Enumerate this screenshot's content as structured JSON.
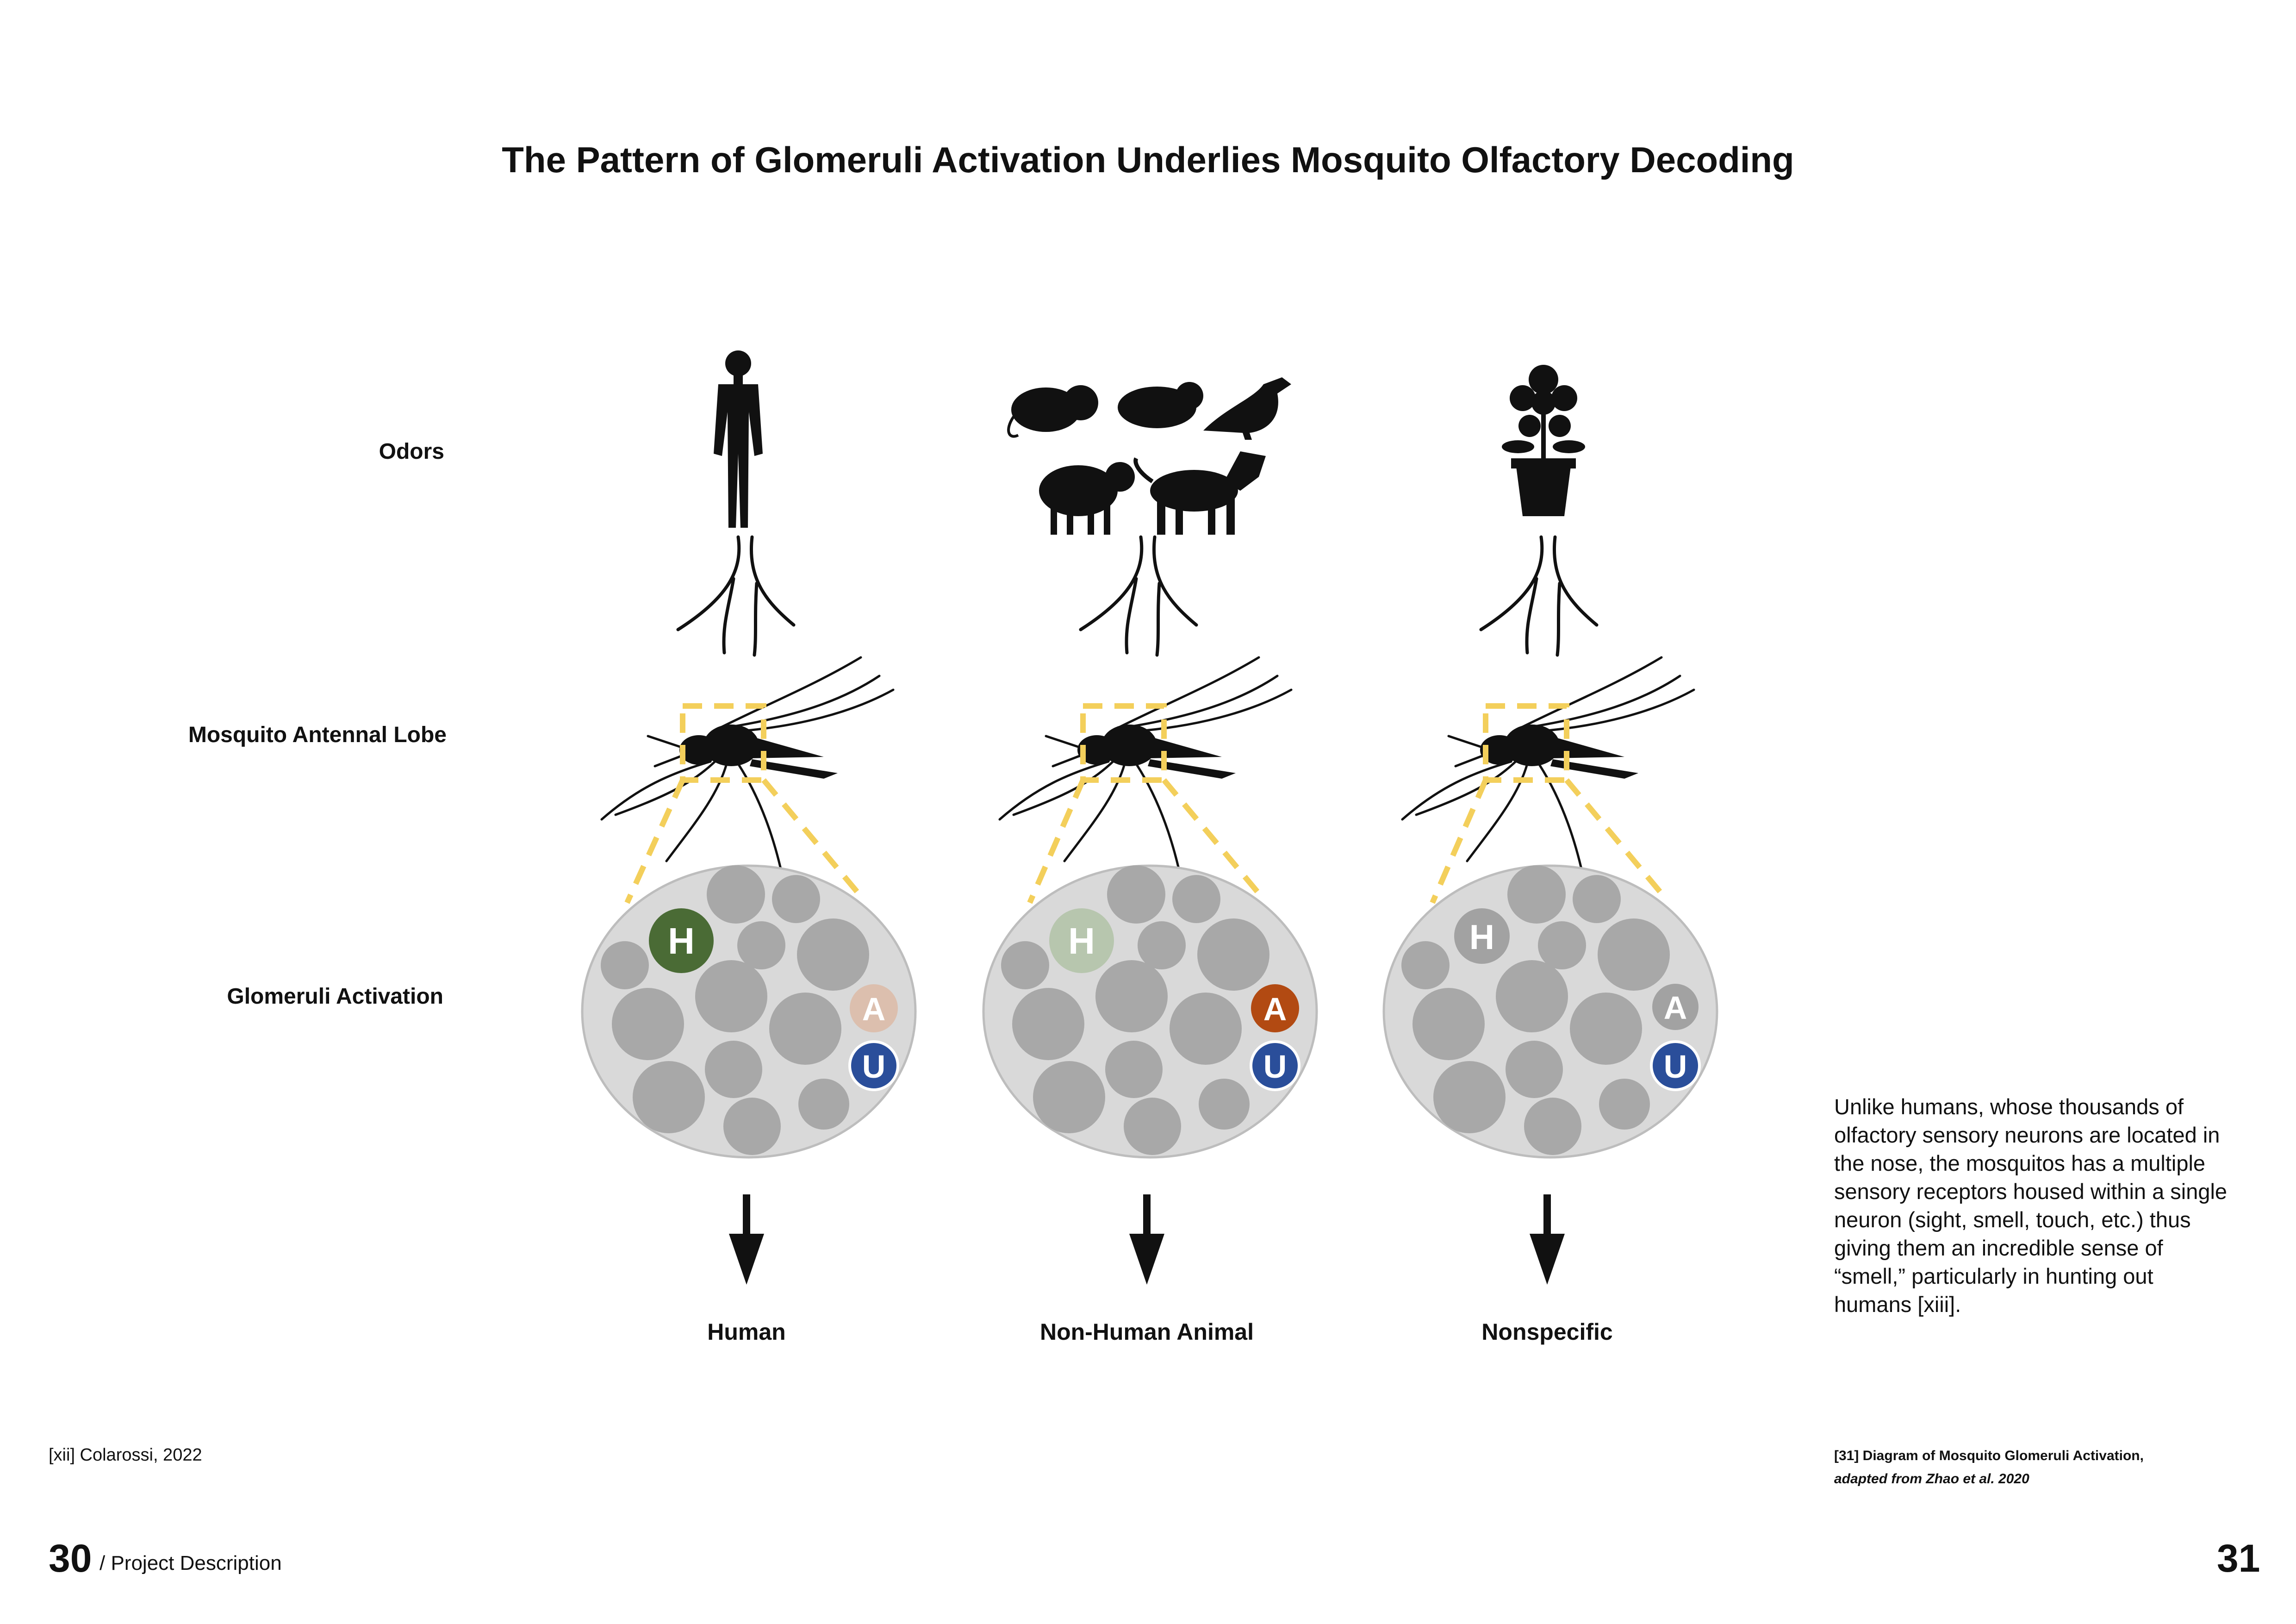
{
  "title": "The Pattern of Glomeruli Activation Underlies Mosquito Olfactory Decoding",
  "row_labels": {
    "odors": "Odors",
    "antennal_lobe": "Mosquito Antennal Lobe",
    "glomeruli": "Glomeruli Activation"
  },
  "columns": [
    {
      "output": "Human",
      "odor_icon": "human-silhouette-icon",
      "glomeruli": [
        {
          "letter": "H",
          "color": "#4a6b35"
        },
        {
          "letter": "A",
          "color": "#dcbfae"
        },
        {
          "letter": "U",
          "color": "#2a4e9a"
        }
      ]
    },
    {
      "output": "Non-Human Animal",
      "odor_icon": "animal-silhouettes-icon",
      "glomeruli": [
        {
          "letter": "H",
          "color": "#b7c6ae"
        },
        {
          "letter": "A",
          "color": "#b24a12"
        },
        {
          "letter": "U",
          "color": "#2a4e9a"
        }
      ]
    },
    {
      "output": "Nonspecific",
      "odor_icon": "potted-flower-icon",
      "glomeruli": [
        {
          "letter": "H",
          "color": "#a2a2a2"
        },
        {
          "letter": "A",
          "color": "#a2a2a2"
        },
        {
          "letter": "U",
          "color": "#2a4e9a"
        }
      ]
    }
  ],
  "body_text": "Unlike humans, whose thousands of olfactory sensory neurons are located in the nose, the mosquitos has a multiple sensory receptors housed within a single neuron (sight, smell, touch, etc.) thus giving them an incredible sense of “smell,” particularly in hunting out humans [xiii].",
  "caption": {
    "line1": "[31] Diagram of Mosquito Glomeruli Activation,",
    "line2": "adapted from Zhao et al. 2020"
  },
  "footnote": "[xii] Colarossi, 2022",
  "footer": {
    "page_left": "30",
    "section": "/ Project Description",
    "page_right": "31"
  },
  "colors": {
    "highlight": "#f3cf5b",
    "lobe_fill": "#d9d9d9",
    "glomerulus": "#a8a8a8",
    "ink": "#111111"
  }
}
